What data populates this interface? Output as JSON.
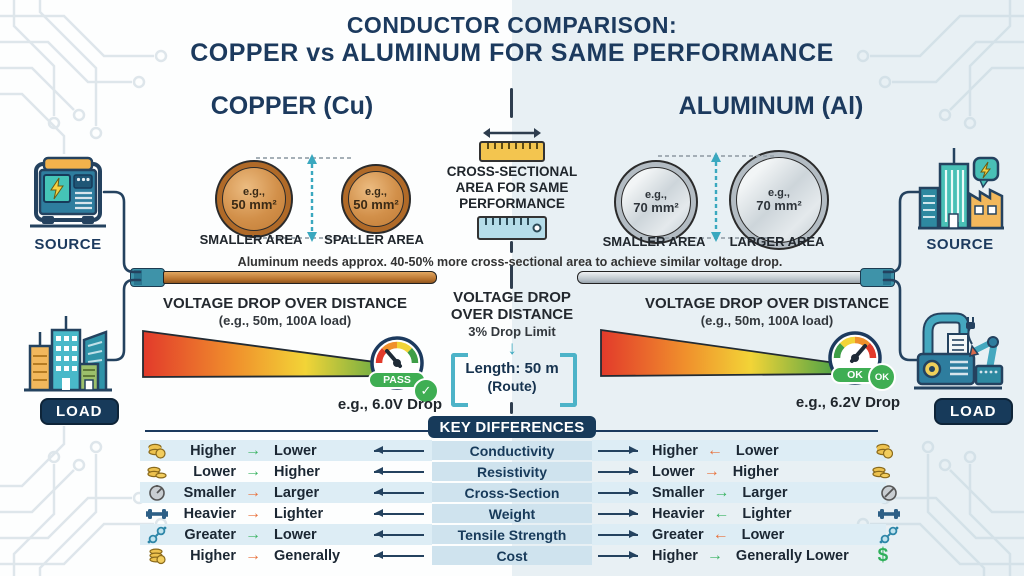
{
  "title": {
    "line1": "CONDUCTOR COMPARISON:",
    "line2": "COPPER vs ALUMINUM FOR SAME PERFORMANCE"
  },
  "copper": {
    "heading": "COPPER (Cu)",
    "circle1": {
      "eg": "e.g.,",
      "mm": "50 mm²"
    },
    "circle2": {
      "eg": "e.g.,",
      "mm": "50 mm²"
    },
    "area_label_1": "SMALLER AREA",
    "area_label_2": "SPALLER AREA",
    "source_label": "SOURCE",
    "load_label": "LOAD",
    "voltage": {
      "title": "VOLTAGE DROP OVER DISTANCE",
      "subtitle": "(e.g., 50m, 100A load)",
      "badge": "PASS",
      "check": "✓",
      "drop": "e.g., 6.0V Drop"
    }
  },
  "aluminum": {
    "heading": "ALUMINUM (Al)",
    "circle1": {
      "eg": "e.g.,",
      "mm": "70 mm²"
    },
    "circle2": {
      "eg": "e.g.,",
      "mm": "70 mm²"
    },
    "area_label_1": "SMALLER AREA",
    "area_label_2": "LARGER AREA",
    "source_label": "SOURCE",
    "load_label": "LOAD",
    "voltage": {
      "title": "VOLTAGE DROP OVER DISTANCE",
      "subtitle": "(e.g., 50m, 100A load)",
      "badge": "OK",
      "badge2": "OK",
      "drop": "e.g., 6.2V Drop"
    }
  },
  "center": {
    "cross_section": {
      "line1": "CROSS-SECTIONAL",
      "line2": "AREA FOR SAME",
      "line3": "PERFORMANCE"
    },
    "note": "Aluminum needs approx. 40-50% more cross-sectional area to achieve similar voltage drop.",
    "voltage": {
      "line1": "VOLTAGE DROP",
      "line2": "OVER DISTANCE",
      "limit": "3% Drop Limit",
      "down_arrow": "↓",
      "length": "Length: 50 m",
      "route": "(Route)"
    }
  },
  "key_differences": {
    "header": "KEY DIFFERENCES",
    "rows": [
      {
        "label": "Conductivity",
        "left": {
          "a": "Higher",
          "arrow": "→",
          "tone": "pos",
          "b": "Lower"
        },
        "right": {
          "a": "Higher",
          "arrow": "←",
          "tone": "neg",
          "b": "Lower"
        }
      },
      {
        "label": "Resistivity",
        "left": {
          "a": "Lower",
          "arrow": "→",
          "tone": "pos",
          "b": "Higher"
        },
        "right": {
          "a": "Lower",
          "arrow": "→",
          "tone": "neg",
          "b": "Higher"
        }
      },
      {
        "label": "Cross-Section",
        "left": {
          "a": "Smaller",
          "arrow": "→",
          "tone": "neg",
          "b": "Larger"
        },
        "right": {
          "a": "Smaller",
          "arrow": "→",
          "tone": "pos",
          "b": "Larger"
        }
      },
      {
        "label": "Weight",
        "left": {
          "a": "Heavier",
          "arrow": "→",
          "tone": "neg",
          "b": "Lighter"
        },
        "right": {
          "a": "Heavier",
          "arrow": "←",
          "tone": "pos",
          "b": "Lighter"
        }
      },
      {
        "label": "Tensile Strength",
        "left": {
          "a": "Greater",
          "arrow": "→",
          "tone": "pos",
          "b": "Lower"
        },
        "right": {
          "a": "Greater",
          "arrow": "←",
          "tone": "neg",
          "b": "Lower"
        }
      },
      {
        "label": "Cost",
        "left": {
          "a": "Higher",
          "arrow": "→",
          "tone": "neg",
          "b": "Generally"
        },
        "right": {
          "a": "Higher",
          "arrow": "→",
          "tone": "pos",
          "b": "Generally Lower"
        }
      }
    ],
    "dollar_icon": "$"
  },
  "colors": {
    "navy": "#1c3a5e",
    "teal": "#2e9ab0",
    "green": "#3cb464",
    "orange": "#e8713c",
    "copper": "#c07b35",
    "aluminum": "#ccd3d8",
    "row_blue": "#ddedf5",
    "cell_blue": "#cfe3ee",
    "badge_green": "#3fae53"
  }
}
